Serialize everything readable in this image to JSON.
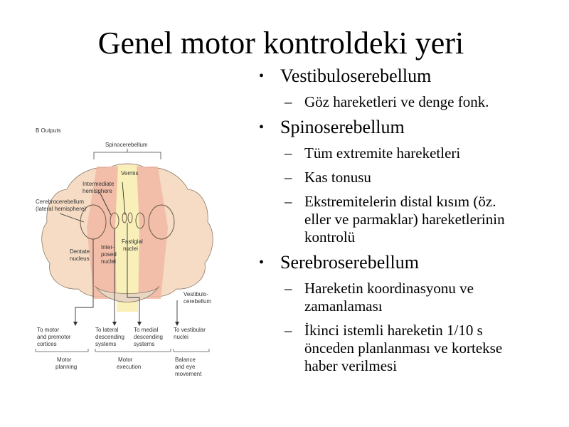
{
  "slide": {
    "title": "Genel motor kontroldeki yeri",
    "sections": [
      {
        "heading": "Vestibuloserebellum",
        "items": [
          "Göz hareketleri ve denge fonk."
        ]
      },
      {
        "heading": "Spinoserebellum",
        "items": [
          "Tüm extremite hareketleri",
          "Kas tonusu",
          "Ekstremitelerin distal kısım (öz.",
          "eller ve parmaklar) hareketlerinin",
          "kontrolü"
        ]
      },
      {
        "heading": "Serebroserebellum",
        "items": [
          "Hareketin koordinasyonu ve",
          "zamanlaması",
          "İkinci istemli hareketin 1/10 s",
          "önceden planlanması ve kortekse",
          "haber verilmesi"
        ]
      }
    ]
  },
  "figure": {
    "panel_label": "B  Outputs",
    "labels": {
      "spinocerebellum": "Spinocerebellum",
      "vermis": "Vermis",
      "intermediate_1": "Intermediate",
      "intermediate_2": "hemisphere",
      "cerebro_1": "Cerebrocerebellum",
      "cerebro_2": "(lateral hemisphere)",
      "fastigial_1": "Fastigial",
      "fastigial_2": "nuclei",
      "dentate_1": "Dentate",
      "dentate_2": "nucleus",
      "interposed_1": "Inter-",
      "interposed_2": "posed",
      "interposed_3": "nuclei",
      "vestibulo_1": "Vestibulo-",
      "vestibulo_2": "cerebellum"
    },
    "targets": [
      {
        "line1": "To motor",
        "line2": "and premotor",
        "line3": "cortices"
      },
      {
        "line1": "To lateral",
        "line2": "descending",
        "line3": "systems"
      },
      {
        "line1": "To medial",
        "line2": "descending",
        "line3": "systems"
      },
      {
        "line1": "To vestibular",
        "line2": "nuclei",
        "line3": ""
      }
    ],
    "functions": [
      {
        "line1": "Motor",
        "line2": "planning",
        "line3": ""
      },
      {
        "line1": "Motor",
        "line2": "execution",
        "line3": ""
      },
      {
        "line1": "Balance",
        "line2": "and eye",
        "line3": "movement"
      }
    ],
    "colors": {
      "lateral": "#f6dcc4",
      "intermediate": "#f1b9a4",
      "vermis": "#f8f0b8",
      "outline": "#8a7a6a"
    }
  }
}
